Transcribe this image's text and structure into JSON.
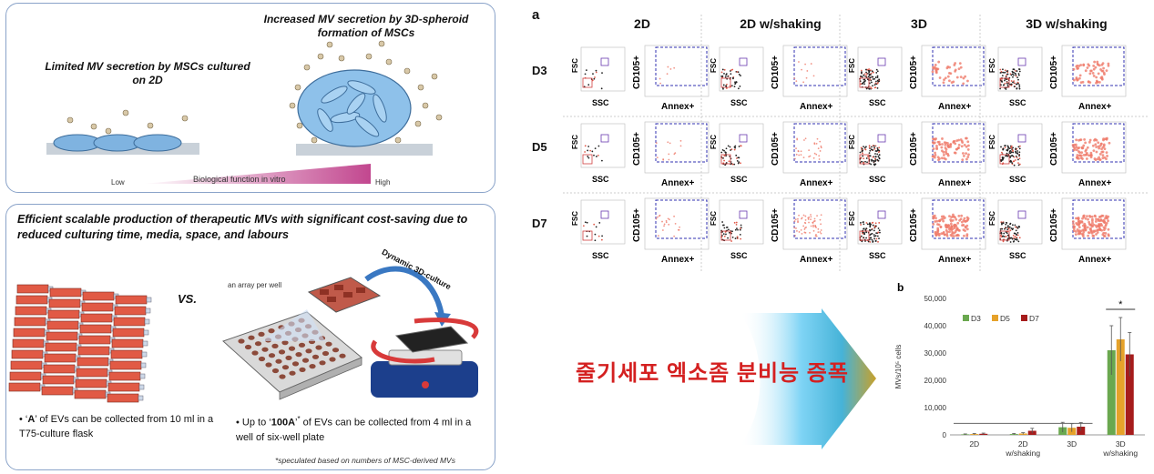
{
  "top_panel": {
    "left_title": "Limited MV secretion by MSCs cultured on 2D",
    "right_title": "Increased MV secretion by 3D-spheroid formation of MSCs",
    "gradient_label": "Biological function in vitro",
    "low_label": "Low",
    "high_label": "High"
  },
  "bottom_panel": {
    "title": "Efficient scalable production of therapeutic MVs with significant cost-saving due to reduced culturing time, media, space, and labours",
    "vs_label": "VS.",
    "array_label": "an array per well",
    "dynamic_label": "Dynamic 3D-culture",
    "bullet_left_pre": "‘",
    "bullet_left_bold": "A",
    "bullet_left_post": "’ of EVs can be collected from 10 ml in a T75-culture flask",
    "bullet_right_pre": "Up to ‘",
    "bullet_right_bold": "100A",
    "bullet_right_mid": "’",
    "bullet_right_sup": "*",
    "bullet_right_post": " of EVs can be collected from 4 ml in a well of six-well plate",
    "footnote": "*speculated based on numbers of MSC-derived MVs"
  },
  "flow_panel": {
    "label": "a",
    "columns": [
      "2D",
      "2D w/shaking",
      "3D",
      "3D w/shaking"
    ],
    "rows": [
      "D3",
      "D5",
      "D7"
    ],
    "fsc": "FSC",
    "ssc": "SSC",
    "cd105": "CD105+",
    "annex": "Annex+"
  },
  "arrow_text": "줄기세포 엑소좀 분비능 증폭",
  "chart_data": {
    "type": "bar",
    "label": "b",
    "title": "",
    "ylabel": "MVs/10⁵ cells",
    "xlabel": "",
    "ylim": [
      0,
      50000
    ],
    "yticks": [
      "0",
      "10,000",
      "20,000",
      "30,000",
      "40,000",
      "50,000"
    ],
    "categories": [
      "2D",
      "2D w/shaking",
      "3D",
      "3D w/shaking"
    ],
    "series": [
      {
        "name": "D3",
        "color": "#6aa84f",
        "values": [
          200,
          300,
          2800,
          31000
        ],
        "errors": [
          150,
          200,
          1800,
          9000
        ]
      },
      {
        "name": "D5",
        "color": "#e6a22a",
        "values": [
          300,
          500,
          2600,
          35000
        ],
        "errors": [
          200,
          300,
          1500,
          8000
        ]
      },
      {
        "name": "D7",
        "color": "#a61c1c",
        "values": [
          400,
          1500,
          3000,
          29500
        ],
        "errors": [
          250,
          900,
          1500,
          8000
        ]
      }
    ],
    "significance": "*"
  }
}
